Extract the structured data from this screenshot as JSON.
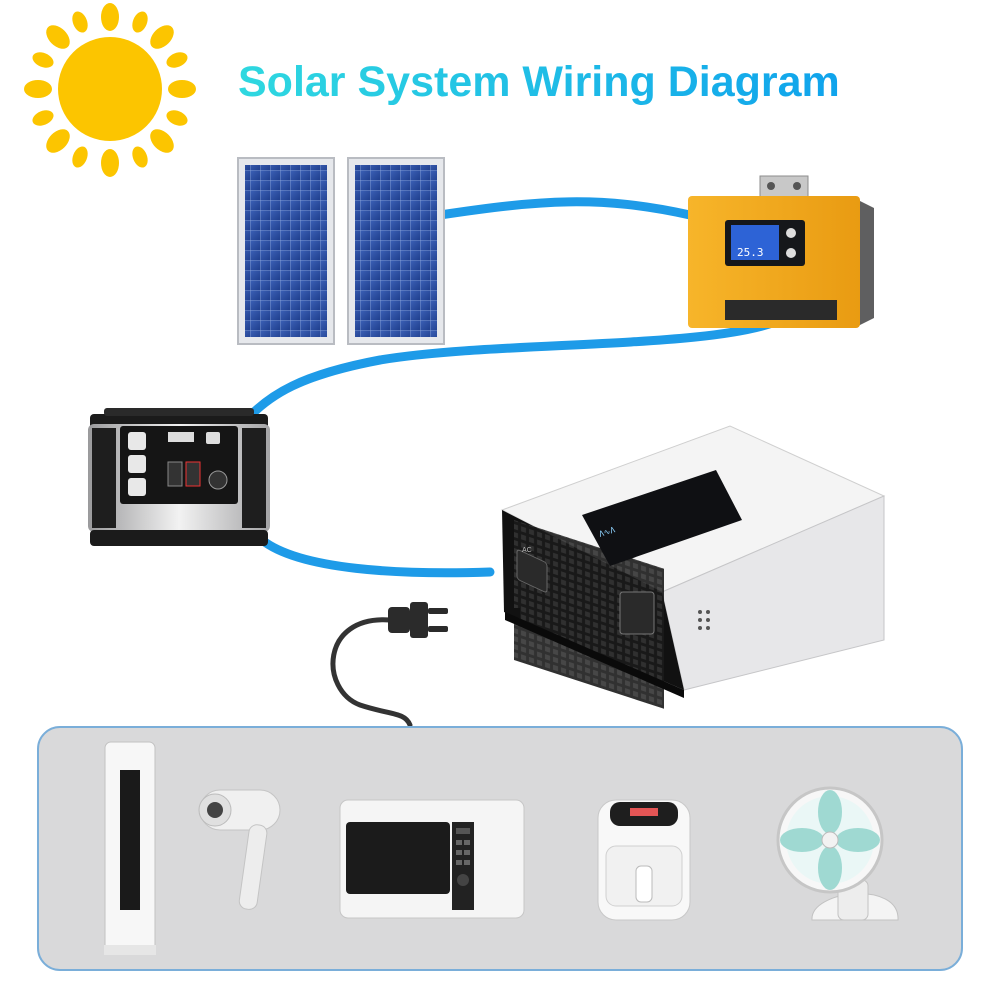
{
  "title": "Solar System Wiring Diagram",
  "components": {
    "solar_panels": {
      "icon": "solar-panel-icon",
      "count": 2
    },
    "charge_controller": {
      "icon": "charge-controller-icon",
      "display_reading": "25.3"
    },
    "battery": {
      "icon": "portable-power-station-icon"
    },
    "inverter": {
      "icon": "inverter-icon",
      "outlet_label": "AC"
    },
    "plug": {
      "icon": "power-plug-icon"
    }
  },
  "appliances": [
    {
      "icon": "tower-air-conditioner-icon"
    },
    {
      "icon": "hair-dryer-icon"
    },
    {
      "icon": "microwave-oven-icon"
    },
    {
      "icon": "air-fryer-icon"
    },
    {
      "icon": "desk-fan-icon"
    }
  ],
  "colors": {
    "wire": "#1e9be8",
    "title_start": "#2fd8e0",
    "title_end": "#10a3ec",
    "sun": "#fcc500",
    "controller": "#f5ad1c",
    "panel_bg": "#d9d9da"
  }
}
